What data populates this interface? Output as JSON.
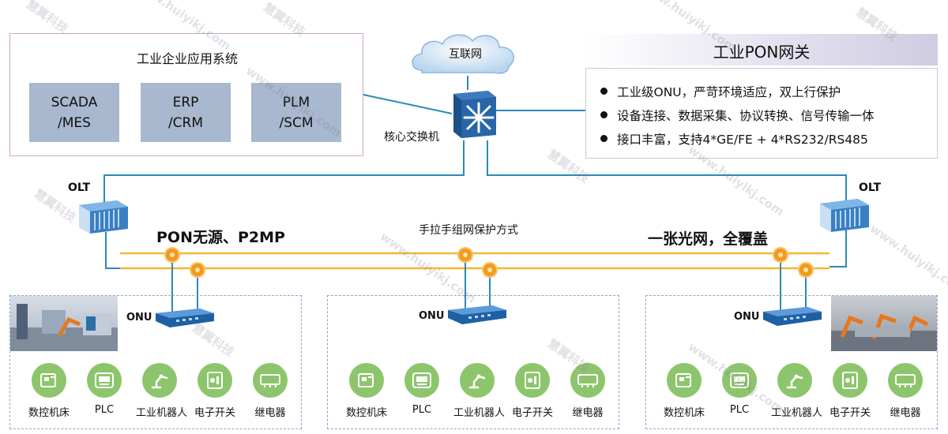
{
  "enterprise": {
    "title": "工业企业应用系统",
    "apps": [
      "SCADA\n/MES",
      "ERP\n/CRM",
      "PLM\n/SCM"
    ]
  },
  "internet": {
    "label": "互联网"
  },
  "core_switch": {
    "label": "核心交换机"
  },
  "gateway": {
    "title": "工业PON网关",
    "features": [
      "工业级ONU，严苛环境适应，双上行保护",
      "设备连接、数据采集、协议转换、信号传输一体",
      "接口丰富，支持4*GE/FE + 4*RS232/RS485"
    ]
  },
  "olt": {
    "left_label": "OLT",
    "right_label": "OLT"
  },
  "slogans": {
    "left": "PON无源、P2MP",
    "center": "手拉手组网保护方式",
    "right": "一张光网，全覆盖"
  },
  "onu_label": "ONU",
  "devices": [
    {
      "label": "数控机床",
      "icon": "cnc-machine-icon"
    },
    {
      "label": "PLC",
      "icon": "plc-icon"
    },
    {
      "label": "工业机器人",
      "icon": "industrial-robot-icon"
    },
    {
      "label": "电子开关",
      "icon": "electronic-switch-icon"
    },
    {
      "label": "继电器",
      "icon": "relay-icon"
    }
  ],
  "watermark": {
    "brand": "慧翼科技",
    "site": "www.huiyikj.com"
  },
  "colors": {
    "fiber": "#f5b731",
    "link": "#2a8ab8",
    "node": "#f29a1f",
    "device": "#8dc56c",
    "app_box": "#a8b8cf"
  }
}
